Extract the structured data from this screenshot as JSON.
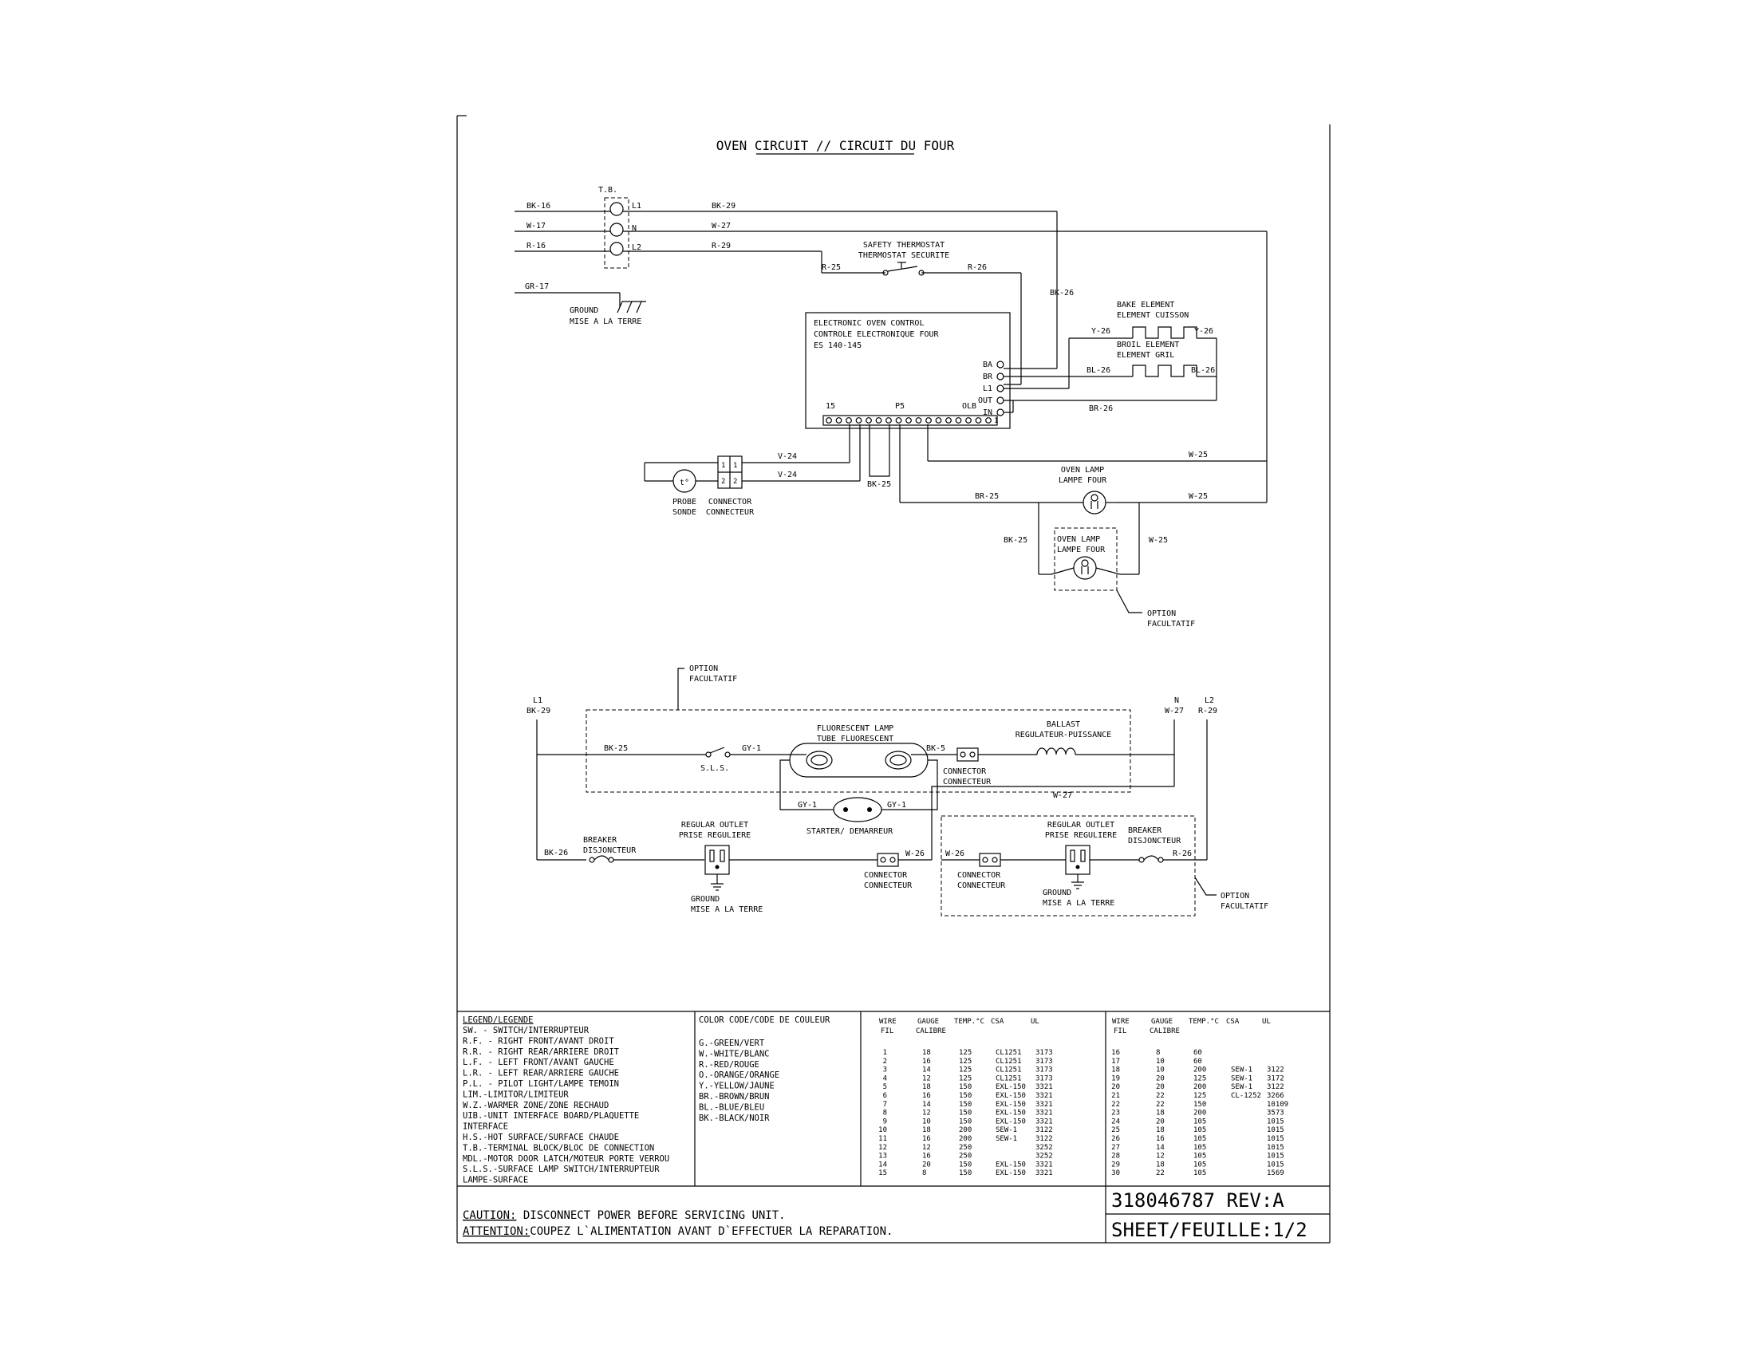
{
  "title": "OVEN CIRCUIT // CIRCUIT DU FOUR",
  "terminal_block": {
    "label": "T.B.",
    "terms": [
      "L1",
      "N",
      "L2"
    ]
  },
  "wires": {
    "bk16": "BK-16",
    "w17": "W-17",
    "r16": "R-16",
    "gr17": "GR-17",
    "bk29": "BK-29",
    "w27": "W-27",
    "r29": "R-29",
    "r25": "R-25",
    "r26": "R-26",
    "bk26": "BK-26",
    "y26a": "Y-26",
    "y26b": "Y-26",
    "bl26a": "BL-26",
    "bl26b": "BL-26",
    "br26": "BR-26",
    "w25a": "W-25",
    "v24a": "V-24",
    "v24b": "V-24",
    "bk25a": "BK-25",
    "br25": "BR-25",
    "w25b": "W-25",
    "bk25b": "BK-25",
    "w25c": "W-25"
  },
  "ground": [
    "GROUND",
    "MISE A LA TERRE"
  ],
  "safety_thermostat": [
    "SAFETY THERMOSTAT",
    "THERMOSTAT SECURITE"
  ],
  "control": {
    "lines": [
      "ELECTRONIC OVEN CONTROL",
      "CONTROLE ELECTRONIQUE FOUR",
      "ES 140-145"
    ],
    "pins": [
      "BA",
      "BR",
      "L1",
      "OUT",
      "IN"
    ],
    "p15": "15",
    "p5": "P5",
    "olb": "OLB",
    "one": "1"
  },
  "bake_element": [
    "BAKE ELEMENT",
    "ELEMENT CUISSON"
  ],
  "broil_element": [
    "BROIL ELEMENT",
    "ELEMENT GRIL"
  ],
  "probe": {
    "symbol": "t°",
    "label": [
      "PROBE",
      "SONDE"
    ]
  },
  "connector": {
    "pins": [
      "1",
      "1",
      "2",
      "2"
    ],
    "label": [
      "CONNECTOR",
      "CONNECTEUR"
    ]
  },
  "oven_lamp": [
    "OVEN LAMP",
    "LAMPE FOUR"
  ],
  "oven_lamp_opt": [
    "OVEN LAMP",
    "LAMPE FOUR"
  ],
  "option1": [
    "OPTION",
    "FACULTATIF"
  ],
  "lower": {
    "option_top": [
      "OPTION",
      "FACULTATIF"
    ],
    "l1": [
      "L1",
      "BK-29"
    ],
    "n": [
      "N",
      "W-27"
    ],
    "l2": [
      "L2",
      "R-29"
    ],
    "bk25": "BK-25",
    "gy1a": "GY-1",
    "sls": "S.L.S.",
    "fluor": [
      "FLUORESCENT LAMP",
      "TUBE FLUORESCENT"
    ],
    "bk5": "BK-5",
    "ballast": [
      "BALLAST",
      "REGULATEUR-PUISSANCE"
    ],
    "conn1": [
      "CONNECTOR",
      "CONNECTEUR"
    ],
    "gy1b": "GY-1",
    "gy1c": "GY-1",
    "starter": "STARTER/ DEMARREUR",
    "w27": "W-27",
    "bk26": "BK-26",
    "breaker1": [
      "BREAKER",
      "DISJONCTEUR"
    ],
    "outlet1": [
      "REGULAR OUTLET",
      "PRISE REGULIERE"
    ],
    "ground1": [
      "GROUND",
      "MISE A LA TERRE"
    ],
    "w26a": "W-26",
    "conn2": [
      "CONNECTOR",
      "CONNECTEUR"
    ],
    "w26b": "W-26",
    "conn3": [
      "CONNECTOR",
      "CONNECTEUR"
    ],
    "outlet2": [
      "REGULAR OUTLET",
      "PRISE REGULIERE"
    ],
    "breaker2": [
      "BREAKER",
      "DISJONCTEUR"
    ],
    "r26": "R-26",
    "ground2": [
      "GROUND",
      "MISE A LA TERRE"
    ],
    "option_bottom": [
      "OPTION",
      "FACULTATIF"
    ]
  },
  "legend": {
    "title": "LEGEND/LEGENDE",
    "items": [
      "SW.  - SWITCH/INTERRUPTEUR",
      "R.F. - RIGHT FRONT/AVANT DROIT",
      "R.R. - RIGHT REAR/ARRIERE DROIT",
      "L.F. - LEFT FRONT/AVANT GAUCHE",
      "L.R. - LEFT REAR/ARRIERE GAUCHE",
      "P.L. - PILOT LIGHT/LAMPE TEMOIN",
      "LIM.-LIMITOR/LIMITEUR",
      "W.Z.-WARMER ZONE/ZONE RECHAUD",
      "UIB.-UNIT INTERFACE BOARD/PLAQUETTE",
      "       INTERFACE",
      "H.S.-HOT SURFACE/SURFACE CHAUDE",
      "T.B.-TERMINAL BLOCK/BLOC DE CONNECTION",
      "MDL.-MOTOR DOOR LATCH/MOTEUR PORTE VERROU",
      "S.L.S.-SURFACE LAMP SWITCH/INTERRUPTEUR",
      "        LAMPE-SURFACE"
    ]
  },
  "color_code": {
    "title": "COLOR CODE/CODE DE COULEUR",
    "items": [
      "G.-GREEN/VERT",
      "W.-WHITE/BLANC",
      "R.-RED/ROUGE",
      "O.-ORANGE/ORANGE",
      "Y.-YELLOW/JAUNE",
      "BR.-BROWN/BRUN",
      "BL.-BLUE/BLEU",
      "BK.-BLACK/NOIR"
    ]
  },
  "wire_table1": {
    "headers": [
      "WIRE",
      "GAUGE",
      "TEMP.°C",
      "CSA",
      "UL"
    ],
    "subheaders": [
      "FIL",
      "CALIBRE"
    ],
    "rows": [
      [
        "1",
        "18",
        "125",
        "CL1251",
        "3173"
      ],
      [
        "2",
        "16",
        "125",
        "CL1251",
        "3173"
      ],
      [
        "3",
        "14",
        "125",
        "CL1251",
        "3173"
      ],
      [
        "4",
        "12",
        "125",
        "CL1251",
        "3173"
      ],
      [
        "5",
        "18",
        "150",
        "EXL-150",
        "3321"
      ],
      [
        "6",
        "16",
        "150",
        "EXL-150",
        "3321"
      ],
      [
        "7",
        "14",
        "150",
        "EXL-150",
        "3321"
      ],
      [
        "8",
        "12",
        "150",
        "EXL-150",
        "3321"
      ],
      [
        "9",
        "10",
        "150",
        "EXL-150",
        "3321"
      ],
      [
        "10",
        "18",
        "200",
        "SEW-1",
        "3122"
      ],
      [
        "11",
        "16",
        "200",
        "SEW-1",
        "3122"
      ],
      [
        "12",
        "12",
        "250",
        "",
        "3252"
      ],
      [
        "13",
        "16",
        "250",
        "",
        "3252"
      ],
      [
        "14",
        "20",
        "150",
        "EXL-150",
        "3321"
      ],
      [
        "15",
        "8",
        "150",
        "EXL-150",
        "3321"
      ]
    ]
  },
  "wire_table2": {
    "headers": [
      "WIRE",
      "GAUGE",
      "TEMP.°C",
      "CSA",
      "UL"
    ],
    "subheaders": [
      "FIL",
      "CALIBRE"
    ],
    "rows": [
      [
        "16",
        "8",
        "60",
        "",
        ""
      ],
      [
        "17",
        "10",
        "60",
        "",
        ""
      ],
      [
        "18",
        "10",
        "200",
        "SEW-1",
        "3122"
      ],
      [
        "19",
        "20",
        "125",
        "SEW-1",
        "3172"
      ],
      [
        "20",
        "20",
        "200",
        "SEW-1",
        "3122"
      ],
      [
        "21",
        "22",
        "125",
        "CL-1252",
        "3266"
      ],
      [
        "22",
        "22",
        "150",
        "",
        "10109"
      ],
      [
        "23",
        "18",
        "200",
        "",
        "3573"
      ],
      [
        "24",
        "20",
        "105",
        "",
        "1015"
      ],
      [
        "25",
        "18",
        "105",
        "",
        "1015"
      ],
      [
        "26",
        "16",
        "105",
        "",
        "1015"
      ],
      [
        "27",
        "14",
        "105",
        "",
        "1015"
      ],
      [
        "28",
        "12",
        "105",
        "",
        "1015"
      ],
      [
        "29",
        "18",
        "105",
        "",
        "1015"
      ],
      [
        "30",
        "22",
        "105",
        "",
        "1569"
      ]
    ]
  },
  "caution": {
    "c_label": "CAUTION:",
    "c_text": " DISCONNECT POWER BEFORE SERVICING UNIT.",
    "a_label": "ATTENTION:",
    "a_text": "COUPEZ L`ALIMENTATION AVANT D`EFFECTUER LA REPARATION."
  },
  "part_number": "318046787 REV:A",
  "sheet": "SHEET/FEUILLE:1/2"
}
